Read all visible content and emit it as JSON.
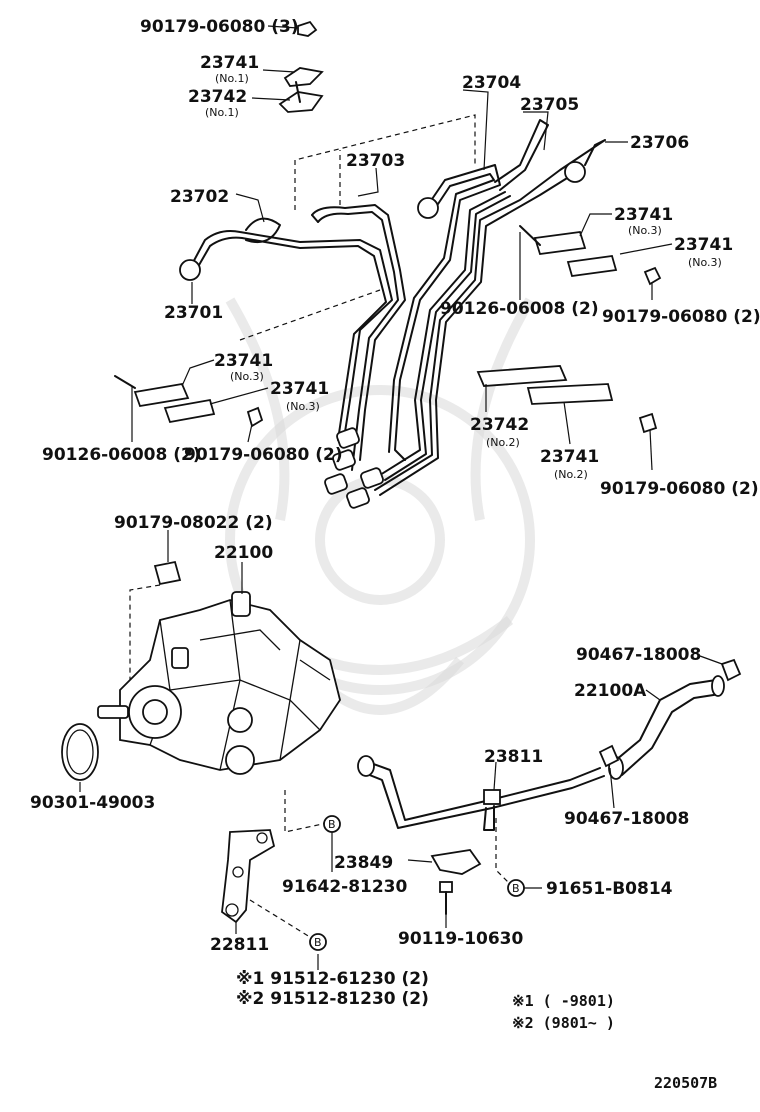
{
  "labels": {
    "p90179_06080_3": "90179-06080 (3)",
    "p23741_a": "23741",
    "p23741_a_sub": "(No.1)",
    "p23742_a": "23742",
    "p23742_a_sub": "(No.1)",
    "p23704": "23704",
    "p23705": "23705",
    "p23706": "23706",
    "p23703": "23703",
    "p23702": "23702",
    "p23701": "23701",
    "p23741_b": "23741",
    "p23741_b_sub": "(No.3)",
    "p23741_c": "23741",
    "p23741_c_sub": "(No.3)",
    "p90126_06008_r": "90126-06008 (2)",
    "p90179_06080_r": "90179-06080 (2)",
    "p23741_d": "23741",
    "p23741_d_sub": "(No.3)",
    "p23741_e": "23741",
    "p23741_e_sub": "(No.3)",
    "p90126_06008_l": "90126-06008 (2)",
    "p90179_06080_l": "90179-06080 (2)",
    "p23742_b": "23742",
    "p23742_b_sub": "(No.2)",
    "p23741_f": "23741",
    "p23741_f_sub": "(No.2)",
    "p90179_06080_r2": "90179-06080 (2)",
    "p90179_08022": "90179-08022 (2)",
    "p22100": "22100",
    "p90467_18008_a": "90467-18008",
    "p22100A": "22100A",
    "p23811": "23811",
    "p90301_49003": "90301-49003",
    "p90467_18008_b": "90467-18008",
    "p23849": "23849",
    "p91642_81230": "91642-81230",
    "p91651_B0814": "91651-B0814",
    "p22811": "22811",
    "p90119_10630": "90119-10630",
    "p91512_61230": "※1 91512-61230 (2)",
    "p91512_81230": "※2 91512-81230 (2)",
    "note1": "※1 (      -9801)",
    "note2": "※2 (9801~      )",
    "b_marker": "B",
    "drawing_code": "220507B"
  }
}
